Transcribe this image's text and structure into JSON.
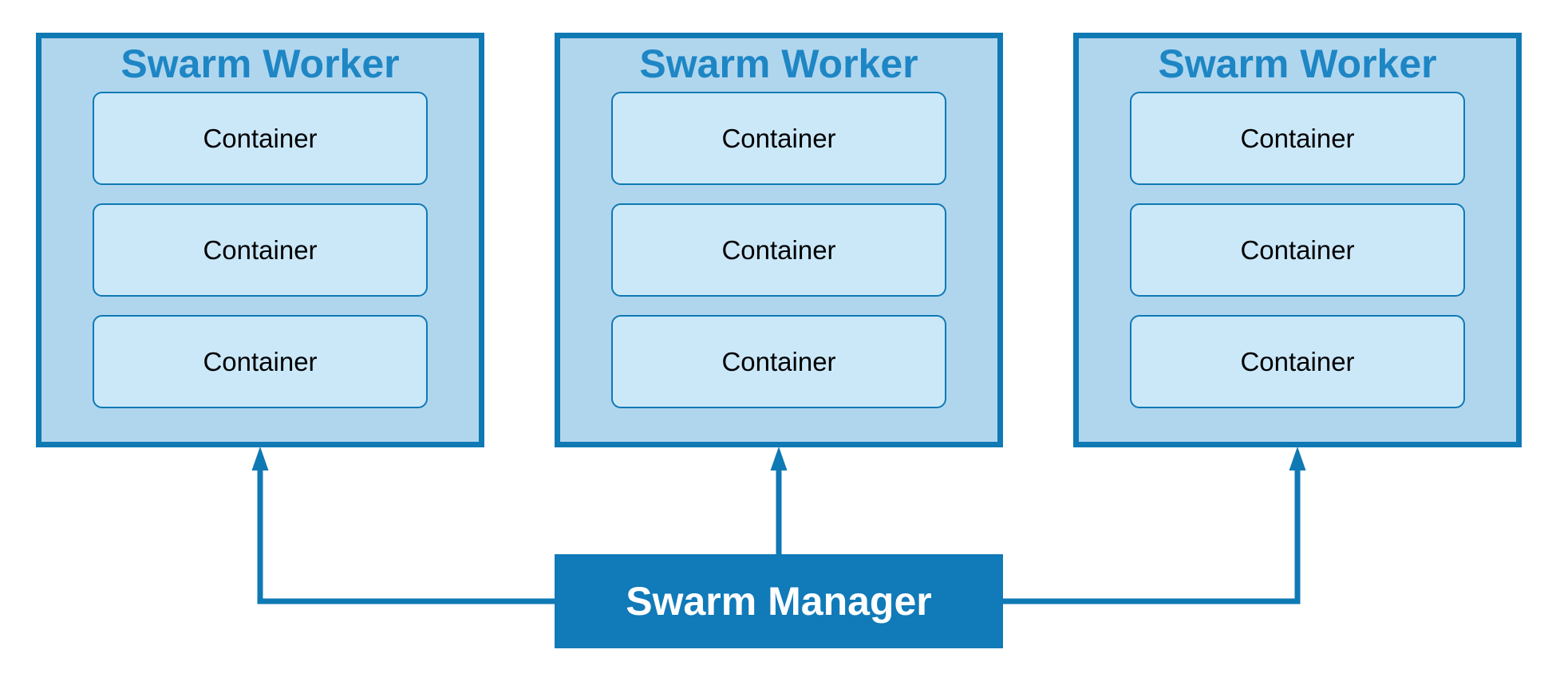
{
  "diagram": {
    "workers": [
      {
        "title": "Swarm Worker",
        "containers": [
          "Container",
          "Container",
          "Container"
        ]
      },
      {
        "title": "Swarm Worker",
        "containers": [
          "Container",
          "Container",
          "Container"
        ]
      },
      {
        "title": "Swarm Worker",
        "containers": [
          "Container",
          "Container",
          "Container"
        ]
      }
    ],
    "manager": {
      "label": "Swarm Manager"
    },
    "edges": [
      {
        "from": "Swarm Manager",
        "to": "Swarm Worker 1",
        "arrow": "up"
      },
      {
        "from": "Swarm Manager",
        "to": "Swarm Worker 2",
        "arrow": "up"
      },
      {
        "from": "Swarm Manager",
        "to": "Swarm Worker 3",
        "arrow": "up"
      }
    ],
    "colors": {
      "border": "#0f79b4",
      "worker_fill": "#b0d6ee",
      "container_fill": "#cbe8f9",
      "manager_fill": "#117ab8",
      "worker_title_text": "#1e86c4",
      "container_text": "#000000",
      "manager_text": "#ffffff",
      "background": "#ffffff"
    }
  }
}
